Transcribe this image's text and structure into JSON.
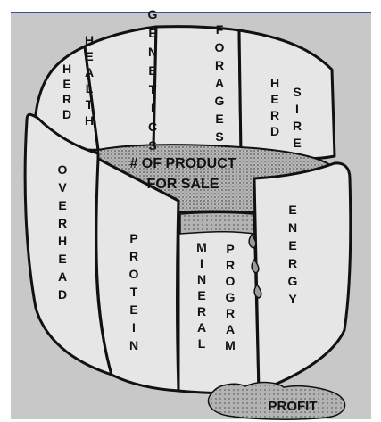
{
  "colors": {
    "panel": "#c8c8c8",
    "top_rule": "#2f5597",
    "stave": "#e6e6e6",
    "stave_inner": "#d9d9d9",
    "outline": "#111111",
    "liquid": "#a9a9a9",
    "puddle": "#b3b3b3"
  },
  "staves": {
    "herd_health_left": "HERD",
    "herd_health_right": "HEALTH",
    "genetics": "GENETICS",
    "forages": "FORAGES",
    "herd_sire_left": "HERD",
    "herd_sire_right": "SIRE",
    "overhead": "OVERHEAD",
    "protein": "PROTEIN",
    "mineral_left": "MINERAL",
    "mineral_right": "PROGRAM",
    "energy": "ENERGY"
  },
  "content": {
    "line1": "# OF PRODUCT",
    "line2": "FOR SALE"
  },
  "puddle_label": "PROFIT"
}
